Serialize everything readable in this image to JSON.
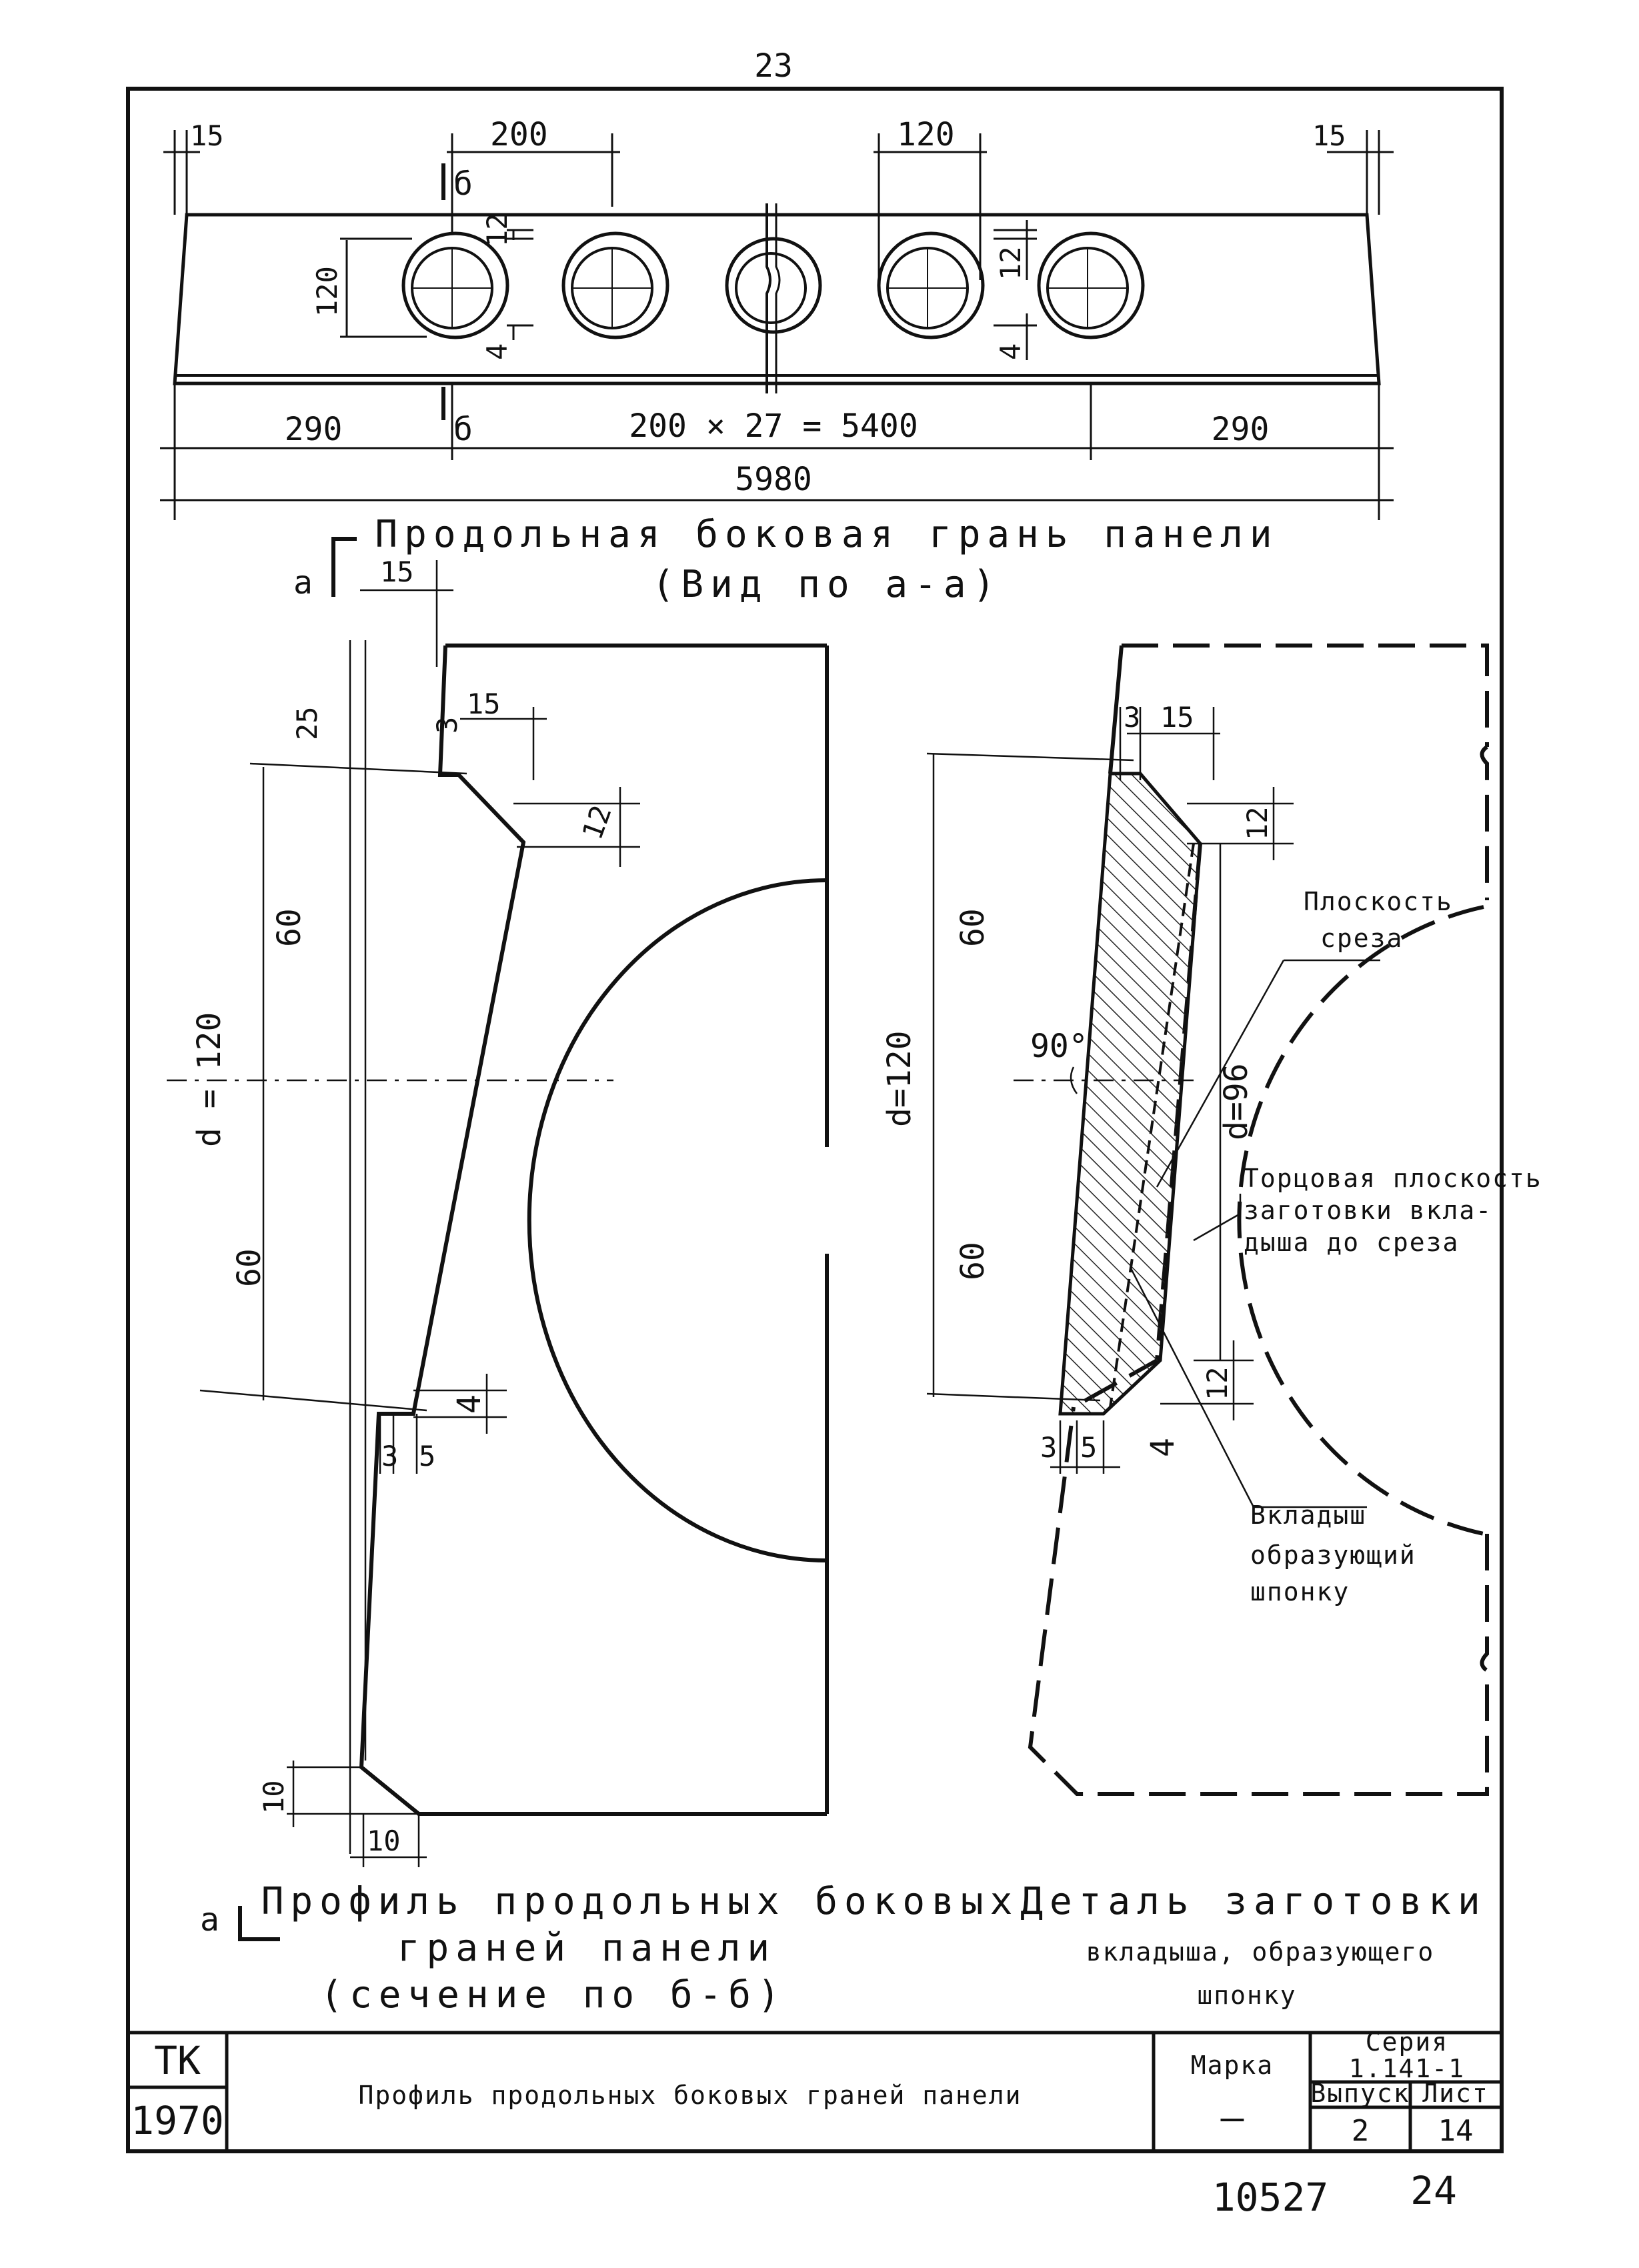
{
  "page_number": "23",
  "top_view": {
    "dims": {
      "left_edge": "15",
      "right_edge": "15",
      "pitch": "200",
      "hole_outer": "120",
      "height": "120",
      "gap_top": "12",
      "gap_right": "12",
      "offset_left": "4",
      "offset_right": "4",
      "left_len": "290",
      "middle_len": "200 × 27 = 5400",
      "right_len": "290",
      "total_len": "5980"
    },
    "section_mark_top": "б",
    "section_mark_bottom": "б",
    "caption_line1": "Продольная боковая грань панели",
    "caption_line2": "(Вид по а-а)"
  },
  "left_detail": {
    "view_mark_top": "а",
    "view_mark_bottom": "а",
    "dims": {
      "top_15": "15",
      "d25": "25",
      "d3_top": "3",
      "d15": "15",
      "d12": "12",
      "d60_top": "60",
      "diam": "d = 120",
      "d60_bottom": "60",
      "d4": "4",
      "d3": "3",
      "d5": "5",
      "d10_v": "10",
      "d10_h": "10"
    },
    "caption_line1": "Профиль продольных боковых",
    "caption_line2": "граней панели",
    "caption_line3": "(сечение по б-б)"
  },
  "right_detail": {
    "dims": {
      "d3_top": "3",
      "d15": "15",
      "d12_top": "12",
      "d60_top": "60",
      "diam_outer": "d=120",
      "angle": "90°",
      "diam_inner": "d=96",
      "d60_bottom": "60",
      "d12_bottom": "12",
      "d3": "3",
      "d5": "5",
      "d4": "4"
    },
    "notes": {
      "cut_plane_1": "Плоскость",
      "cut_plane_2": "среза",
      "end_plane_1": "Торцовая плоскость",
      "end_plane_2": "заготовки вкла-",
      "end_plane_3": "дыша до среза",
      "insert_1": "Вкладыш",
      "insert_2": "образующий",
      "insert_3": "шпонку"
    },
    "caption_line1": "Деталь заготовки",
    "caption_line2": "вкладыша, образующего",
    "caption_line3": "шпонку"
  },
  "title_block": {
    "org": "ТК",
    "year": "1970",
    "title": "Профиль продольных боковых граней панели",
    "mark_label": "Марка",
    "mark_value": "—",
    "series_label": "Серия",
    "series_value": "1.141-1",
    "issue_label": "Выпуск",
    "issue_value": "2",
    "sheet_label": "Лист",
    "sheet_value": "14"
  },
  "footer": {
    "left_number": "10527",
    "right_number": "24"
  }
}
